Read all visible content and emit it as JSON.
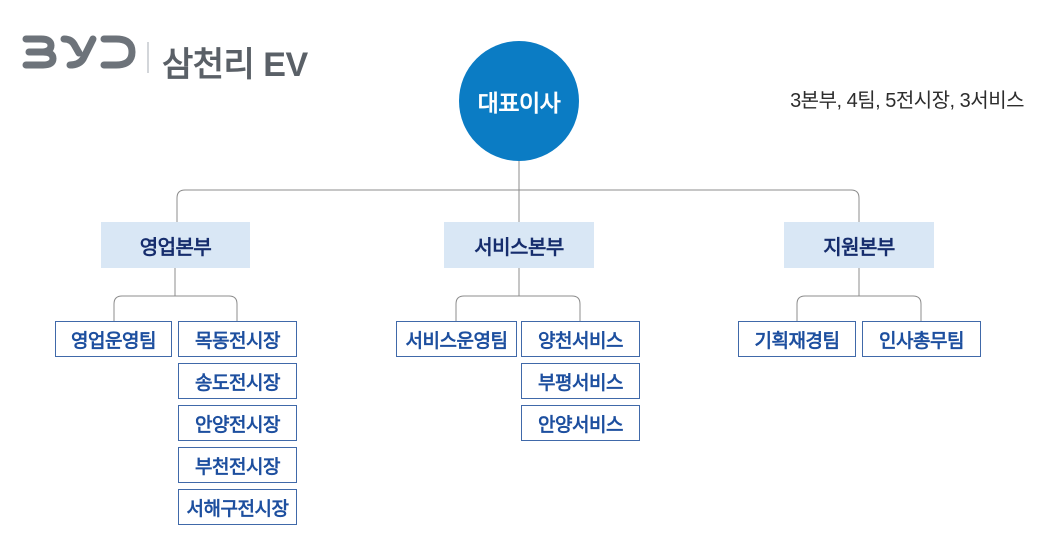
{
  "header": {
    "logo": "BYD",
    "brand": "삼천리 EV",
    "summary": "3본부, 4팀, 5전시장, 3서비스"
  },
  "org": {
    "root": {
      "label": "대표이사"
    },
    "divisions": [
      {
        "label": "영업본부",
        "columns": [
          {
            "items": [
              "영업운영팀"
            ]
          },
          {
            "items": [
              "목동전시장",
              "송도전시장",
              "안양전시장",
              "부천전시장",
              "서해구전시장"
            ]
          }
        ]
      },
      {
        "label": "서비스본부",
        "columns": [
          {
            "items": [
              "서비스운영팀"
            ]
          },
          {
            "items": [
              "양천서비스",
              "부평서비스",
              "안양서비스"
            ]
          }
        ]
      },
      {
        "label": "지원본부",
        "columns": [
          {
            "items": [
              "기획재경팀"
            ]
          },
          {
            "items": [
              "인사총무팀"
            ]
          }
        ]
      }
    ]
  },
  "colors": {
    "root_fill": "#0b7cc4",
    "root_text": "#ffffff",
    "division_fill": "#d9e7f5",
    "division_text": "#162d6d",
    "leaf_border": "#4069a9",
    "leaf_text": "#1d4f9f",
    "connector_line": "#8c8c8c",
    "logo_gray": "#6d737a",
    "brand_text": "#5a6067"
  }
}
